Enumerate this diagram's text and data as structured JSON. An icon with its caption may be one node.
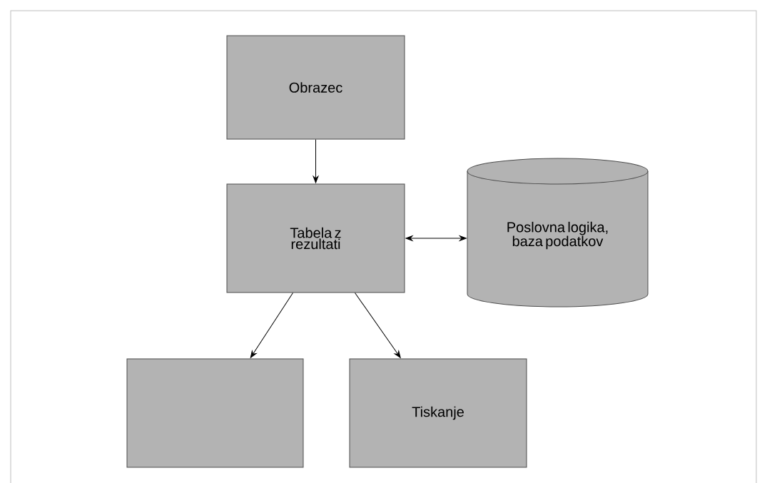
{
  "diagram": {
    "nodes": [
      {
        "text": [
          "Obrazec"
        ]
      },
      {
        "text": [
          "Tabela z rezultati"
        ]
      },
      {
        "text": [
          "Poslovna logika, baza podatkov"
        ]
      },
      {
        "text": [],
        "shape": "box"
      },
      {
        "text": [
          "Tiskanje"
        ]
      }
    ],
    "edges": [
      {
        "from": 0,
        "to": 1,
        "arrow": "to"
      },
      {
        "from": 1,
        "to": 2,
        "arrow": "both"
      },
      {
        "from": 1,
        "to": 3,
        "arrow": "to"
      },
      {
        "from": 1,
        "to": 4,
        "arrow": "to"
      }
    ]
  }
}
